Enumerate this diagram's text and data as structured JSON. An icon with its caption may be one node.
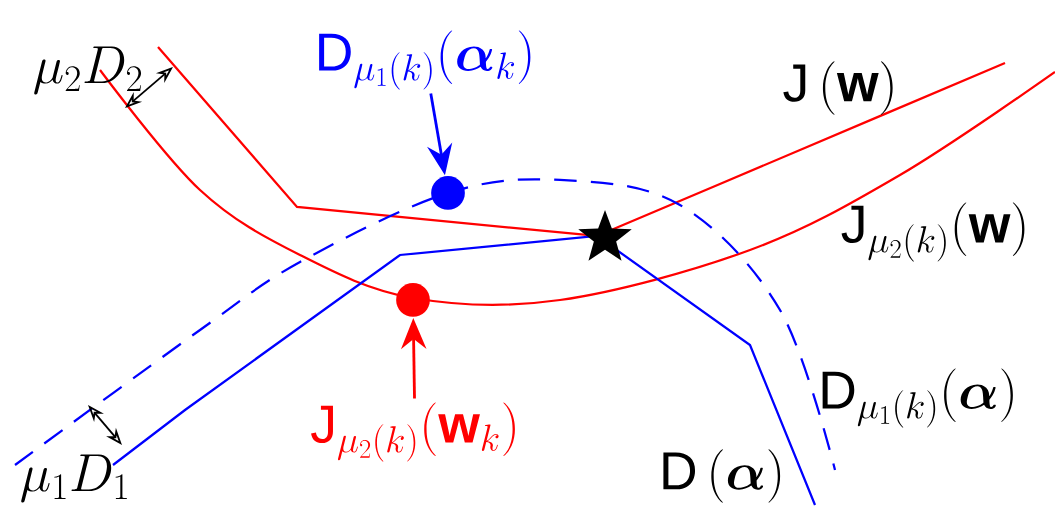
{
  "diagram": {
    "nodes": [
      {
        "text": [
          "\\mathrm{D}_{\\mu_1(k)}(\\boldsymbol{\\alpha}_k)"
        ]
      },
      {
        "text": [],
        "shape": "circle"
      },
      {
        "text": [],
        "shape": "circle"
      },
      {
        "text": [
          "\\mathrm{J}_{\\mu_2(k)}(\\mathbf{w}_k)"
        ]
      }
    ],
    "edges": [
      {
        "from": 0,
        "to": 1,
        "arrow": "to",
        "color": "#0000ff"
      },
      {
        "from": 3,
        "to": 2,
        "arrow": "to",
        "color": "#ff0000"
      }
    ],
    "labels": [
      "\\mu_2 D_2",
      "\\mathrm{J}\\,(\\mathbf{w})",
      "\\mathrm{J}_{\\mu_2(k)}(\\mathbf{w})",
      "\\mathrm{D}_{\\mu_1(k)}(\\boldsymbol{\\alpha})",
      "\\mu_1 D_1",
      "\\mathrm{D}\\,(\\boldsymbol{\\alpha})"
    ]
  }
}
